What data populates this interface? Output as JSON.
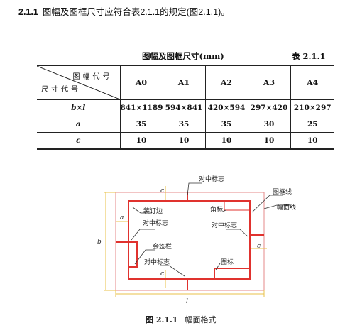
{
  "heading": {
    "number": "2.1.1",
    "text": "图幅及图框尺寸应符合表2.1.1的规定(图2.1.1)。"
  },
  "table": {
    "caption": "图幅及图框尺寸(mm)",
    "number": "表 2.1.1",
    "corner_top": "图幅代号",
    "corner_bottom": "尺寸代号",
    "columns": [
      "A0",
      "A1",
      "A2",
      "A3",
      "A4"
    ],
    "rows": [
      {
        "label": "b×l",
        "values": [
          "841×1189",
          "594×841",
          "420×594",
          "297×420",
          "210×297"
        ]
      },
      {
        "label": "a",
        "values": [
          "35",
          "35",
          "35",
          "30",
          "25"
        ]
      },
      {
        "label": "c",
        "values": [
          "10",
          "10",
          "10",
          "10",
          "10"
        ]
      }
    ]
  },
  "figure": {
    "labels": {
      "center_mark_top": "对中标志",
      "binding_edge": "装订边",
      "center_mark_left": "对中标志",
      "corner_mark": "角标",
      "center_mark_right": "对中标志",
      "frame_line": "图框线",
      "sheet_line": "幅面线",
      "signature_block": "会签栏",
      "center_mark_bottom": "对中标志",
      "title_block": "图标",
      "dim_c_top": "c",
      "dim_a": "a",
      "dim_c_right": "c",
      "dim_c_bottom": "c",
      "dim_b": "b",
      "dim_l": "l"
    },
    "caption_number": "图 2.1.1",
    "caption_text": "幅面格式"
  },
  "colors": {
    "frame_red": "#e0322e",
    "sheet_pink": "#e5888a",
    "dimension_yellow": "#e8c24a",
    "text": "#222222"
  }
}
